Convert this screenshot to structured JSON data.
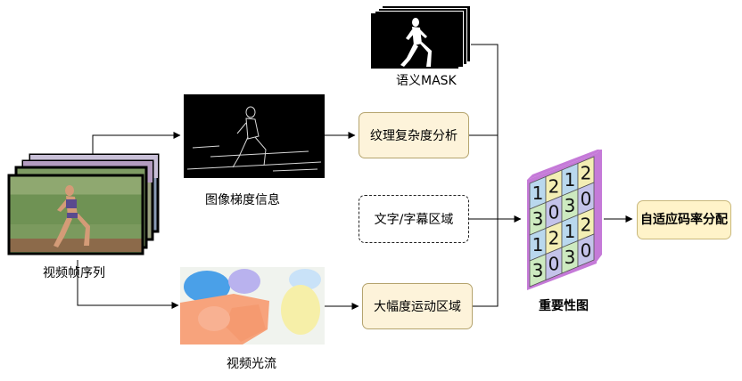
{
  "inputs": {
    "video_frames_label": "视频帧序列",
    "gradient_label": "图像梯度信息",
    "optical_flow_label": "视频光流",
    "semantic_mask_label": "语义MASK"
  },
  "modules": {
    "texture": "纹理复杂度分析",
    "text_region": "文字/字幕区域",
    "motion": "大幅度运动区域"
  },
  "importance_map": {
    "label": "重要性图",
    "grid": [
      [
        "1",
        "2",
        "1",
        "2"
      ],
      [
        "3",
        "0",
        "3",
        "0"
      ],
      [
        "1",
        "2",
        "1",
        "2"
      ],
      [
        "3",
        "0",
        "3",
        "0"
      ]
    ],
    "cell_colors": [
      "#b9d8ee",
      "#f3eeb4",
      "#cdeac0",
      "#c4c3ea"
    ],
    "frame_color": "#c57ad8"
  },
  "output": {
    "label": "自适应码率分配"
  }
}
